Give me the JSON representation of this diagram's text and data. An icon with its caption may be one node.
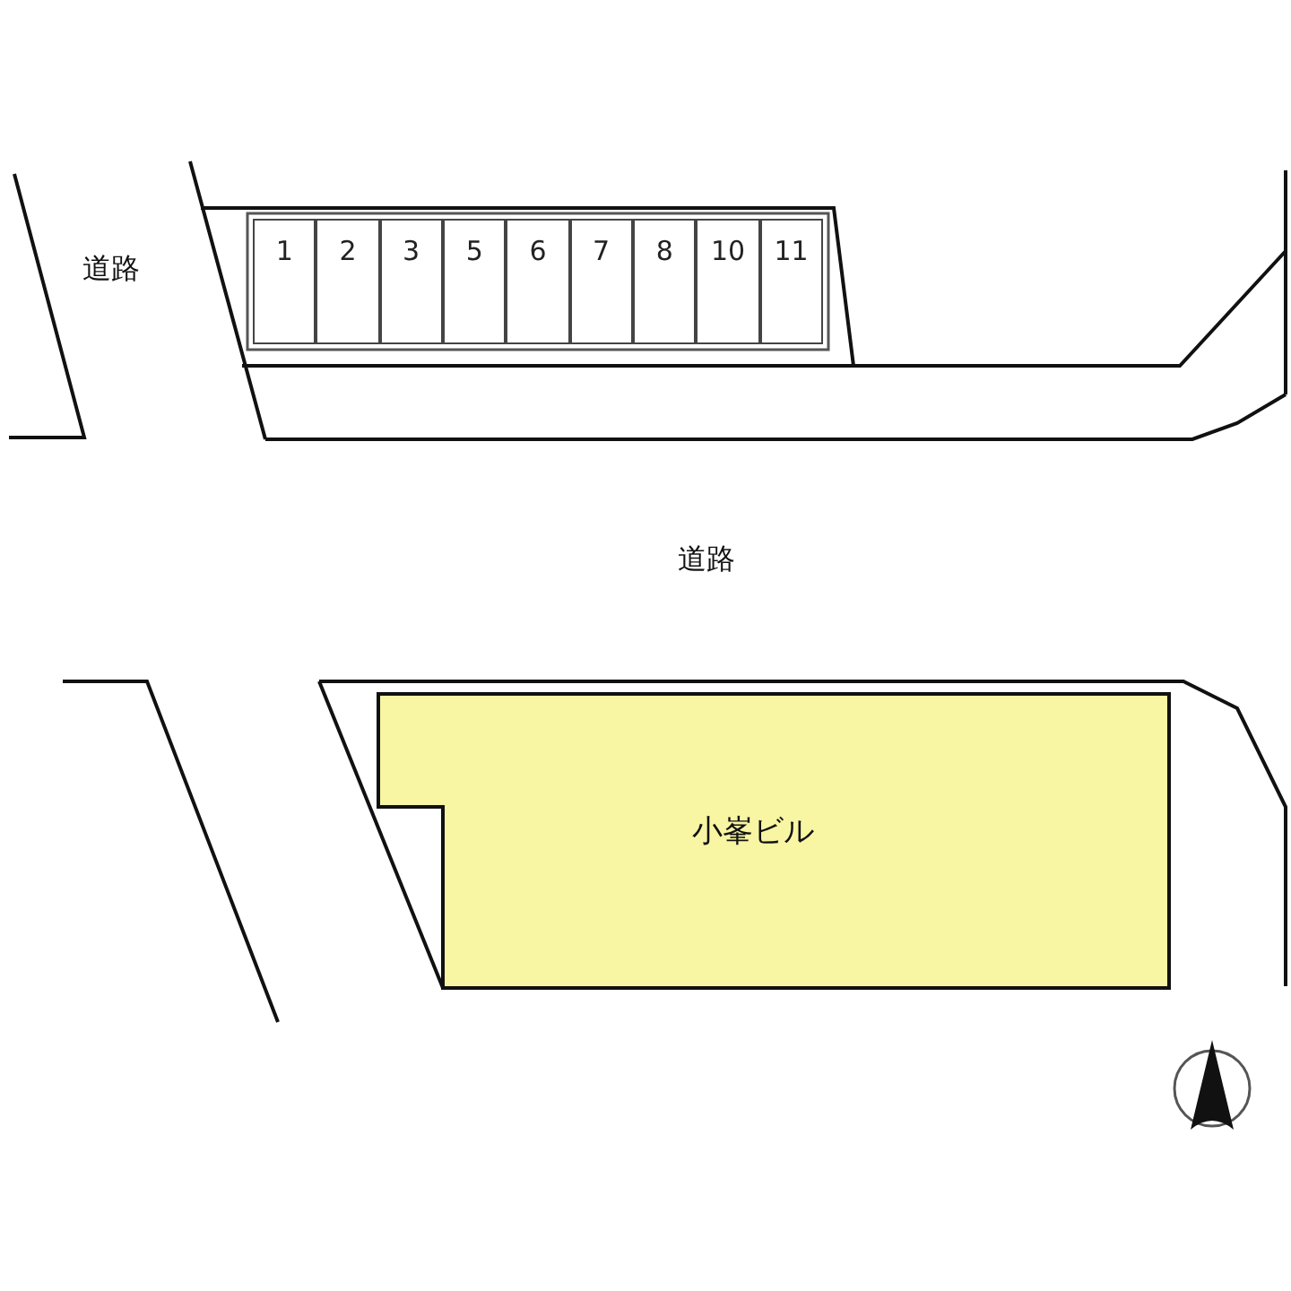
{
  "diagram": {
    "nodes": [
      {
        "text": [
          "1"
        ]
      },
      {
        "text": [
          "2"
        ]
      },
      {
        "text": [
          "3"
        ]
      },
      {
        "text": [
          "5"
        ]
      },
      {
        "text": [
          "6"
        ]
      },
      {
        "text": [
          "7"
        ]
      },
      {
        "text": [
          "8"
        ]
      },
      {
        "text": [
          "10"
        ]
      },
      {
        "text": [
          "11"
        ]
      },
      {
        "text": [
          "小峯ビル"
        ]
      }
    ],
    "labels": [
      "道路",
      "道路"
    ]
  }
}
